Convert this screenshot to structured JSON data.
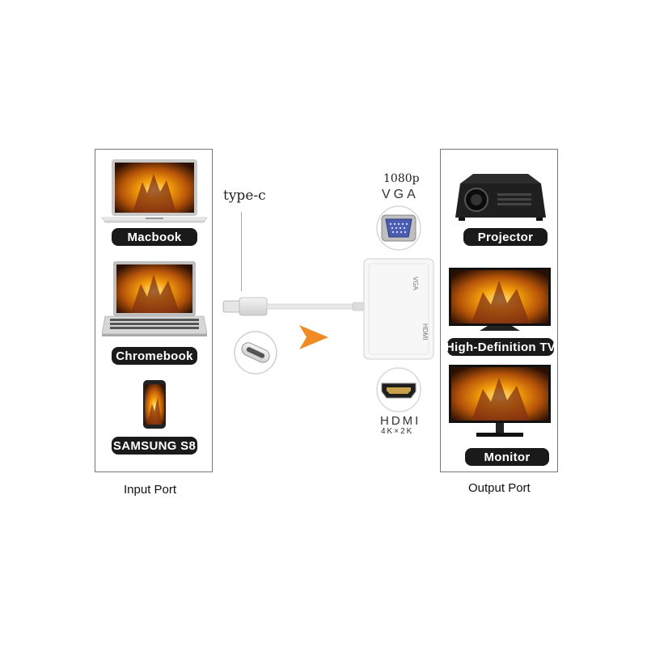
{
  "input": {
    "caption": "Input Port",
    "devices": [
      {
        "name": "macbook",
        "label": "Macbook"
      },
      {
        "name": "chromebook",
        "label": "Chromebook"
      },
      {
        "name": "samsung-s8",
        "label": "SAMSUNG S8"
      }
    ]
  },
  "output": {
    "caption": "Output Port",
    "devices": [
      {
        "name": "projector",
        "label": "Projector"
      },
      {
        "name": "hdtv",
        "label": "High-Definition TV"
      },
      {
        "name": "monitor",
        "label": "Monitor"
      }
    ]
  },
  "connector": {
    "type_label": "type-c"
  },
  "vga": {
    "resolution": "1080p",
    "label": "VGA"
  },
  "hdmi": {
    "label": "HDMI",
    "resolution": "4K×2K",
    "adapter_port_vga": "VGA",
    "adapter_port_hdmi": "HDMI"
  },
  "colors": {
    "arrow": "#f08a24",
    "pill": "#1a1a1a",
    "flame_dark": "#3a1405",
    "flame_mid": "#c2410c",
    "flame_bright": "#fbbf24"
  }
}
